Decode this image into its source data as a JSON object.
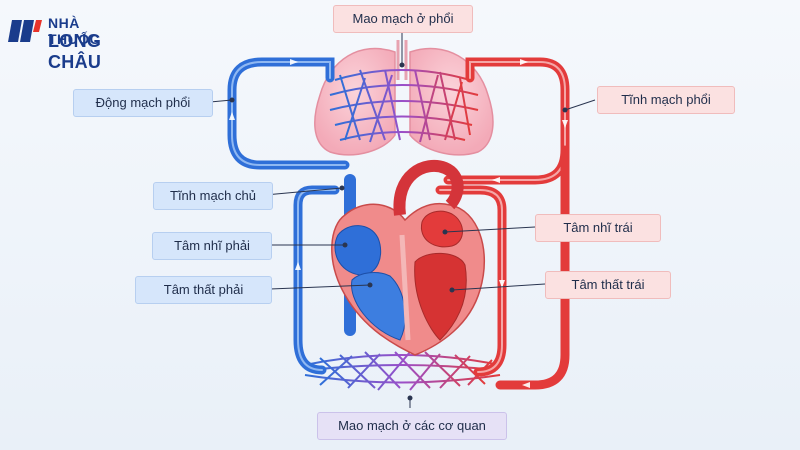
{
  "brand": {
    "line1": "NHÀ THUỐC",
    "line2": "LONG CHÂU",
    "colors": {
      "primary": "#1a3c8c",
      "accent": "#e8332a"
    }
  },
  "labels": {
    "pulmonary_capillaries": "Mao mạch ở phổi",
    "pulmonary_artery": "Động mạch phổi",
    "pulmonary_vein": "Tĩnh mạch phổi",
    "vena_cava": "Tĩnh mạch chủ",
    "right_atrium": "Tâm nhĩ phải",
    "right_ventricle": "Tâm thất phải",
    "left_atrium": "Tâm nhĩ trái",
    "left_ventricle": "Tâm thất trái",
    "organ_capillaries": "Mao mạch ở các cơ quan"
  },
  "colors": {
    "deoxygenated": "#2f6fd8",
    "oxygenated": "#e33b3b",
    "mixed": "#9b4fc8"
  }
}
